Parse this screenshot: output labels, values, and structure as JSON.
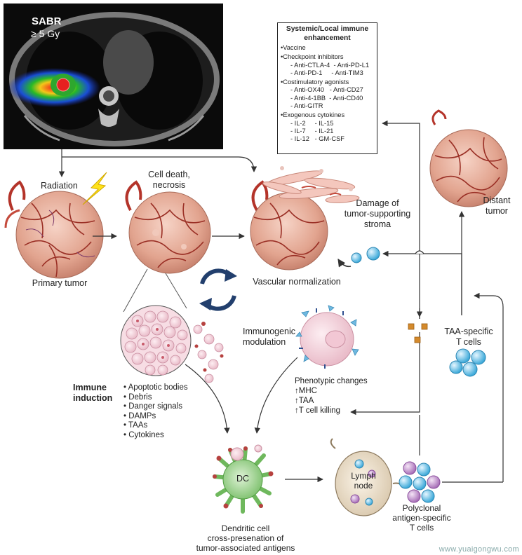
{
  "ct_scan": {
    "label": "SABR",
    "dose": "≥ 5 Gy"
  },
  "labels": {
    "radiation": "Radiation",
    "primary_tumor": "Primary tumor",
    "cell_death": [
      "Cell death,",
      "necrosis"
    ],
    "vascular_normalization": "Vascular normalization",
    "stroma_damage": [
      "Damage of",
      "tumor-supporting",
      "stroma"
    ],
    "distant_tumor": [
      "Distant",
      "tumor"
    ],
    "immunogenic_modulation": [
      "Immunogenic",
      "modulation"
    ],
    "taa_t_cells": [
      "TAA-specific",
      "T cells"
    ],
    "immune_induction": [
      "Immune",
      "induction"
    ],
    "dc": "DC",
    "dendritic_cell": [
      "Dendritic cell",
      "cross-presenation of",
      "tumor-associated antigens"
    ],
    "lymph_node": [
      "Lymph",
      "node"
    ],
    "polyclonal": [
      "Polyclonal",
      "antigen-specific",
      "T cells"
    ]
  },
  "induction_items": [
    "Apoptotic bodies",
    "Debris",
    "Danger signals",
    "DAMPs",
    "TAAs",
    "Cytokines"
  ],
  "phenotypic": {
    "title": "Phenotypic changes",
    "items": [
      "MHC",
      "TAA",
      "T cell killing"
    ]
  },
  "enhancement_box": {
    "title": [
      "Systemic/Local immune",
      "enhancement"
    ],
    "sections": [
      {
        "heading": "•Vaccine",
        "rows": []
      },
      {
        "heading": "•Checkpoint inhibitors",
        "rows": [
          "- Anti-CTLA-4  - Anti-PD-L1",
          "- Anti-PD-1     - Anti-TIM3"
        ]
      },
      {
        "heading": "•Costimulatory agonists",
        "rows": [
          "- Anti-OX40   - Anti-CD27",
          "- Anti-4-1BB  - Anti-CD40",
          "- Anti-GITR"
        ]
      },
      {
        "heading": "•Exogenous cytokines",
        "rows": [
          "- IL-2     - IL-15",
          "- IL-7     - IL-21",
          "- IL-12   - GM-CSF"
        ]
      }
    ]
  },
  "watermark": "www.yuaigongwu.com"
}
